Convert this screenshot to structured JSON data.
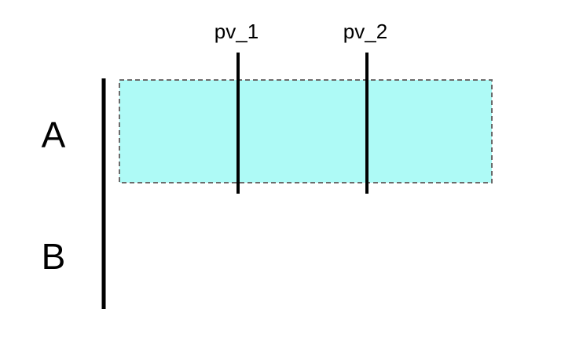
{
  "rows": [
    {
      "label": "A"
    },
    {
      "label": "B"
    }
  ],
  "markers": [
    {
      "label": "pv_1"
    },
    {
      "label": "pv_2"
    }
  ],
  "colors": {
    "highlight_fill": "#aefaf6",
    "highlight_border": "#6b6b6b",
    "line": "#000000",
    "background": "#ffffff"
  }
}
